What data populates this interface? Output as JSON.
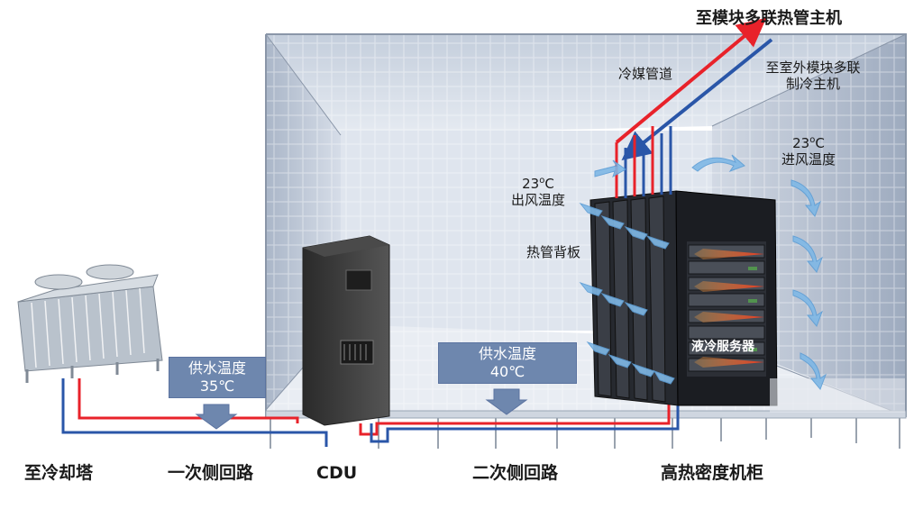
{
  "labels": {
    "to_main_unit": "至模块多联热管主机",
    "refrigerant_pipe": "冷媒管道",
    "outdoor_unit_line1": "至室外模块多联",
    "outdoor_unit_line2": "制冷主机",
    "outlet_temp_value": "23",
    "outlet_temp_deg": "o",
    "outlet_temp_unit": "C",
    "outlet_temp_label": "出风温度",
    "inlet_temp_value": "23",
    "inlet_temp_deg": "o",
    "inlet_temp_unit": "C",
    "inlet_temp_label": "进风温度",
    "heat_pipe_backplate": "热管背板",
    "liquid_cooled_server": "液冷服务器"
  },
  "supply_boxes": [
    {
      "title": "供水温度",
      "value": "35℃"
    },
    {
      "title": "供水温度",
      "value": "40℃"
    }
  ],
  "bottom_labels": {
    "cooling_tower": "至冷却塔",
    "primary_loop": "一次侧回路",
    "cdu": "CDU",
    "secondary_loop": "二次侧回路",
    "high_density_cabinet": "高热密度机柜"
  },
  "colors": {
    "supply_pipe": "#e8222a",
    "return_pipe": "#2a56a8",
    "box_fill": "#6e87ae",
    "airflow_arrow": "#7fb8e6",
    "hot_air": "#e83a22"
  }
}
